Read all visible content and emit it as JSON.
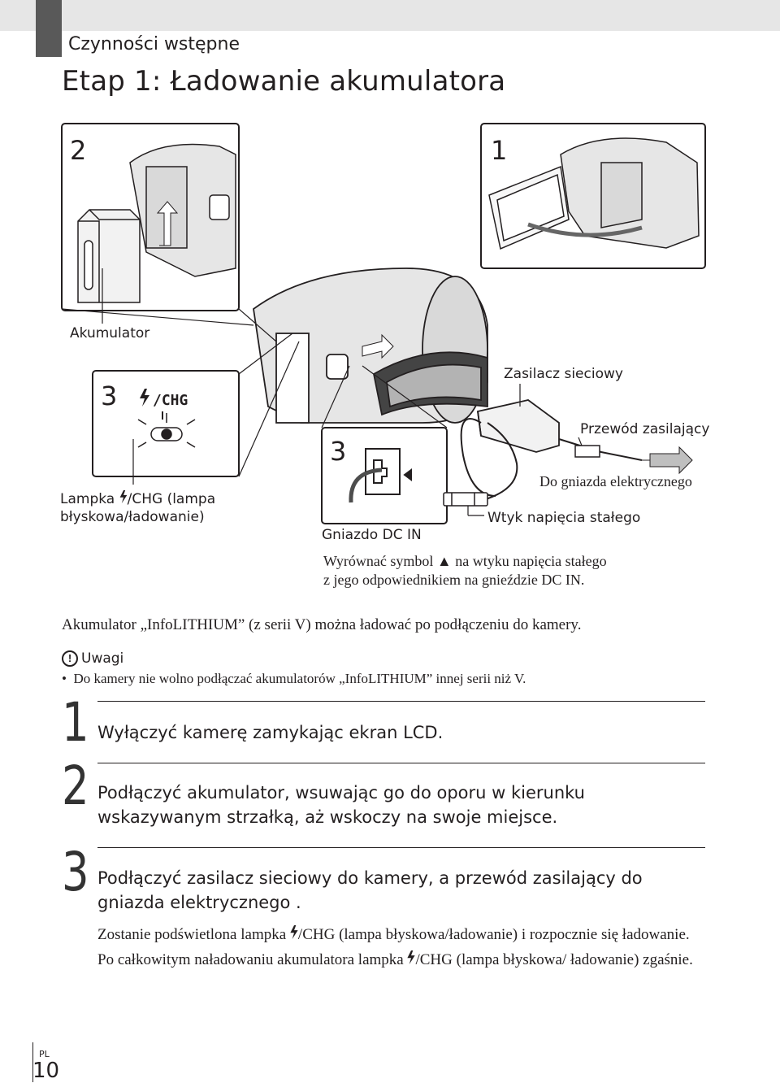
{
  "header": {
    "section": "Czynności wstępne",
    "title": "Etap 1: Ładowanie akumulatora"
  },
  "diagram": {
    "panel_step_2": "2",
    "panel_step_1": "1",
    "panel_step_3a": "3",
    "panel_step_3b": "3",
    "chg_symbol": "/CHG",
    "label_battery": "Akumulator",
    "label_adapter": "Zasilacz sieciowy",
    "label_power_cord": "Przewód zasilający",
    "label_to_outlet": "Do gniazda elektrycznego",
    "label_dc_plug": "Wtyk napięcia stałego",
    "label_dc_in": "Gniazdo DC IN",
    "label_lamp_line1": "Lampka ",
    "label_lamp_line1b": "/CHG (lampa",
    "label_lamp_line2": "błyskowa/ładowanie)",
    "align_line1a": "Wyrównać symbol ",
    "align_line1b": " na wtyku napięcia stałego",
    "align_line2": "z jego odpowiednikiem na gnieździe DC IN."
  },
  "intro": "Akumulator „InfoLITHIUM” (z serii V) można ładować po podłączeniu do kamery.",
  "notes": {
    "heading": "Uwagi",
    "items": [
      "Do kamery nie wolno podłączać akumulatorów „InfoLITHIUM” innej serii niż V."
    ]
  },
  "steps": [
    {
      "number": "1",
      "text": "Wyłączyć kamerę zamykając ekran LCD."
    },
    {
      "number": "2",
      "text": "Podłączyć akumulator, wsuwając go do oporu w kierunku wskazywanym strzałką, aż wskoczy na swoje miejsce."
    },
    {
      "number": "3",
      "text": "Podłączyć zasilacz sieciowy do kamery, a przewód zasilający do gniazda elektrycznego ."
    }
  ],
  "step3_detail": {
    "part1": "Zostanie podświetlona lampka ",
    "part2": "/CHG (lampa błyskowa/ładowanie) i rozpocznie się ładowanie. Po całkowitym naładowaniu akumulatora lampka ",
    "part3": "/CHG (lampa błyskowa/ ładowanie) zgaśnie."
  },
  "footer": {
    "lang": "PL",
    "page": "10"
  }
}
